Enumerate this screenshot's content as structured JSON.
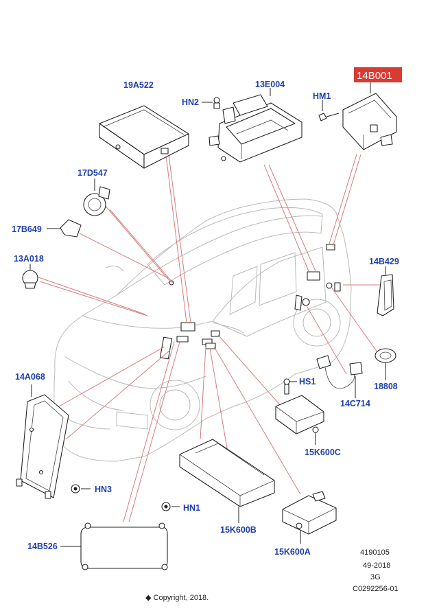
{
  "parts": {
    "p19A522": "19A522",
    "pHN2": "HN2",
    "p13E004": "13E004",
    "pHM1": "HM1",
    "p14B001": "14B001",
    "p17D547": "17D547",
    "p17B649": "17B649",
    "p13A018": "13A018",
    "p14B429": "14B429",
    "p14A068": "14A068",
    "pHS1": "HS1",
    "p18808": "18808",
    "p14C714": "14C714",
    "p15K600C": "15K600C",
    "pHN3": "HN3",
    "pHN1": "HN1",
    "p15K600B": "15K600B",
    "p14B526": "14B526",
    "p15K600A": "15K600A"
  },
  "footer": {
    "code": "4190105",
    "date": "49-2018",
    "rev": "3G",
    "ref": "C0292256-01",
    "copyright": "◆ Copyright, 2018."
  },
  "highlight_color": "#d93a32",
  "label_color": "#1f3fb0",
  "leader_color": "#d97a7a"
}
